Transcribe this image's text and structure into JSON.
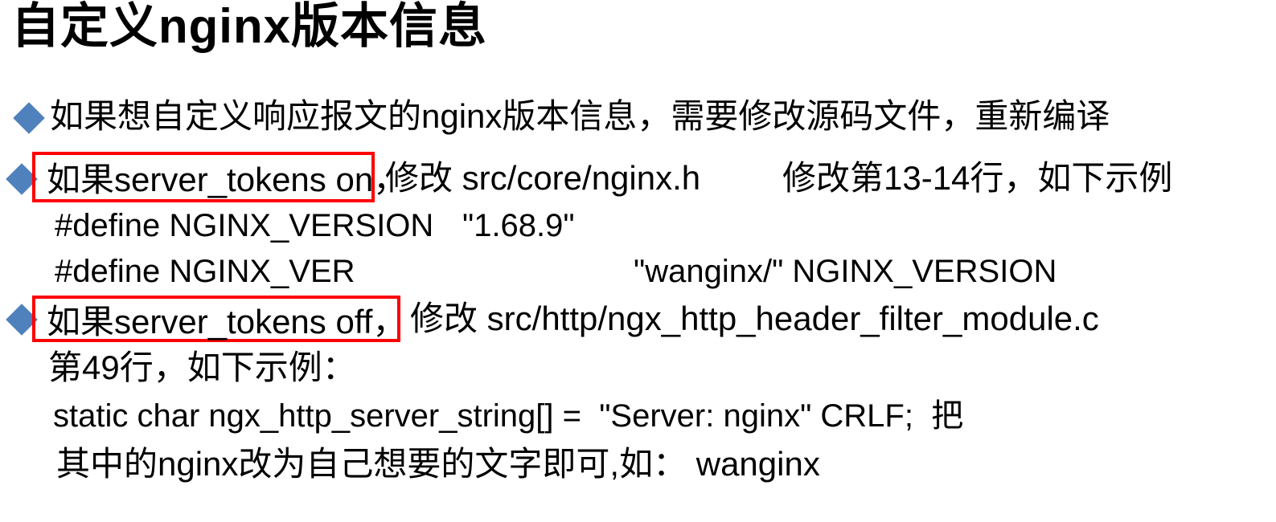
{
  "slide": {
    "title": "自定义nginx版本信息",
    "bullet1": {
      "text": "如果想自定义响应报文的nginx版本信息，需要修改源码文件，重新编译"
    },
    "bullet2": {
      "boxed": "如果server_tokens on，",
      "edit_path": "修改 src/core/nginx.h",
      "note": "修改第13-14行，如下示例"
    },
    "code_on": {
      "line1_key": "#define NGINX_VERSION",
      "line1_value": "\"1.68.9\"",
      "line2_key": "#define NGINX_VER",
      "line2_value": "\"wanginx/\" NGINX_VERSION"
    },
    "bullet3": {
      "boxed": "如果server_tokens off，",
      "edit_path": "修改 src/http/ngx_http_header_filter_module.c"
    },
    "line_location": "第49行，如下示例：",
    "code_off": "static char ngx_http_server_string[] =  \"Server: nginx\" CRLF;  把",
    "tail": "其中的nginx改为自己想要的文字即可,如： wanginx"
  },
  "colors": {
    "background": "#FFFFFF",
    "text": "#000000",
    "bullet_diamond": "#4F81BD",
    "highlight_box": "#FF0000"
  },
  "icons": {
    "bullet": "diamond"
  }
}
